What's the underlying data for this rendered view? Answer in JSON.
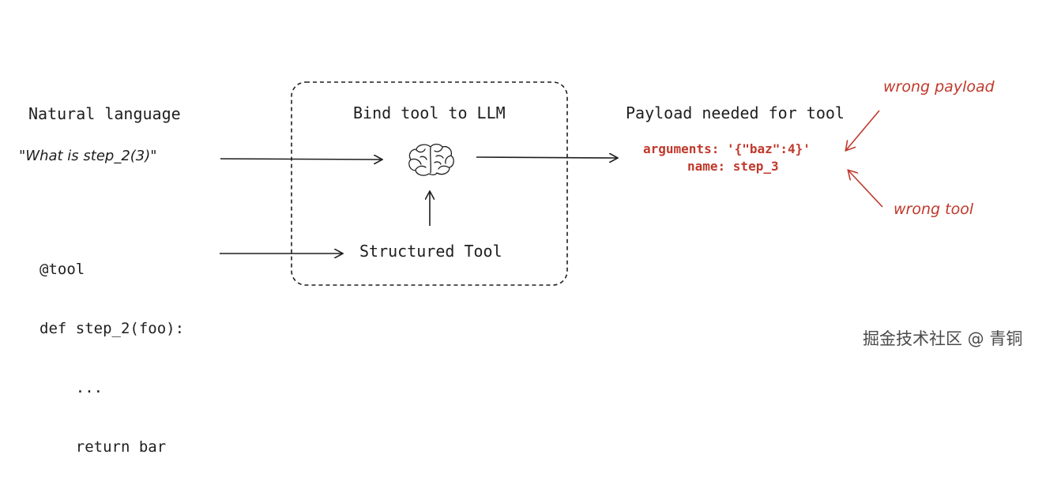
{
  "natural_language": {
    "heading": "Natural language",
    "query": "\"What is step_2(3)\""
  },
  "tool_definition": {
    "lines": [
      "@tool",
      "def step_2(foo):",
      "    ...",
      "    return bar"
    ]
  },
  "bind_box": {
    "heading": "Bind tool to LLM",
    "structured_tool": "Structured Tool"
  },
  "payload": {
    "heading": "Payload needed for tool",
    "arguments_line": "arguments: '{\"baz\":4}'",
    "name_line": "name: step_3"
  },
  "annotations": {
    "wrong_payload": "wrong payload",
    "wrong_tool": "wrong tool"
  },
  "icons": {
    "llm": "brain-icon"
  },
  "colors": {
    "text": "#1e1e1e",
    "accent": "#c0392b"
  },
  "watermark": "掘金技术社区 @ 青铜"
}
